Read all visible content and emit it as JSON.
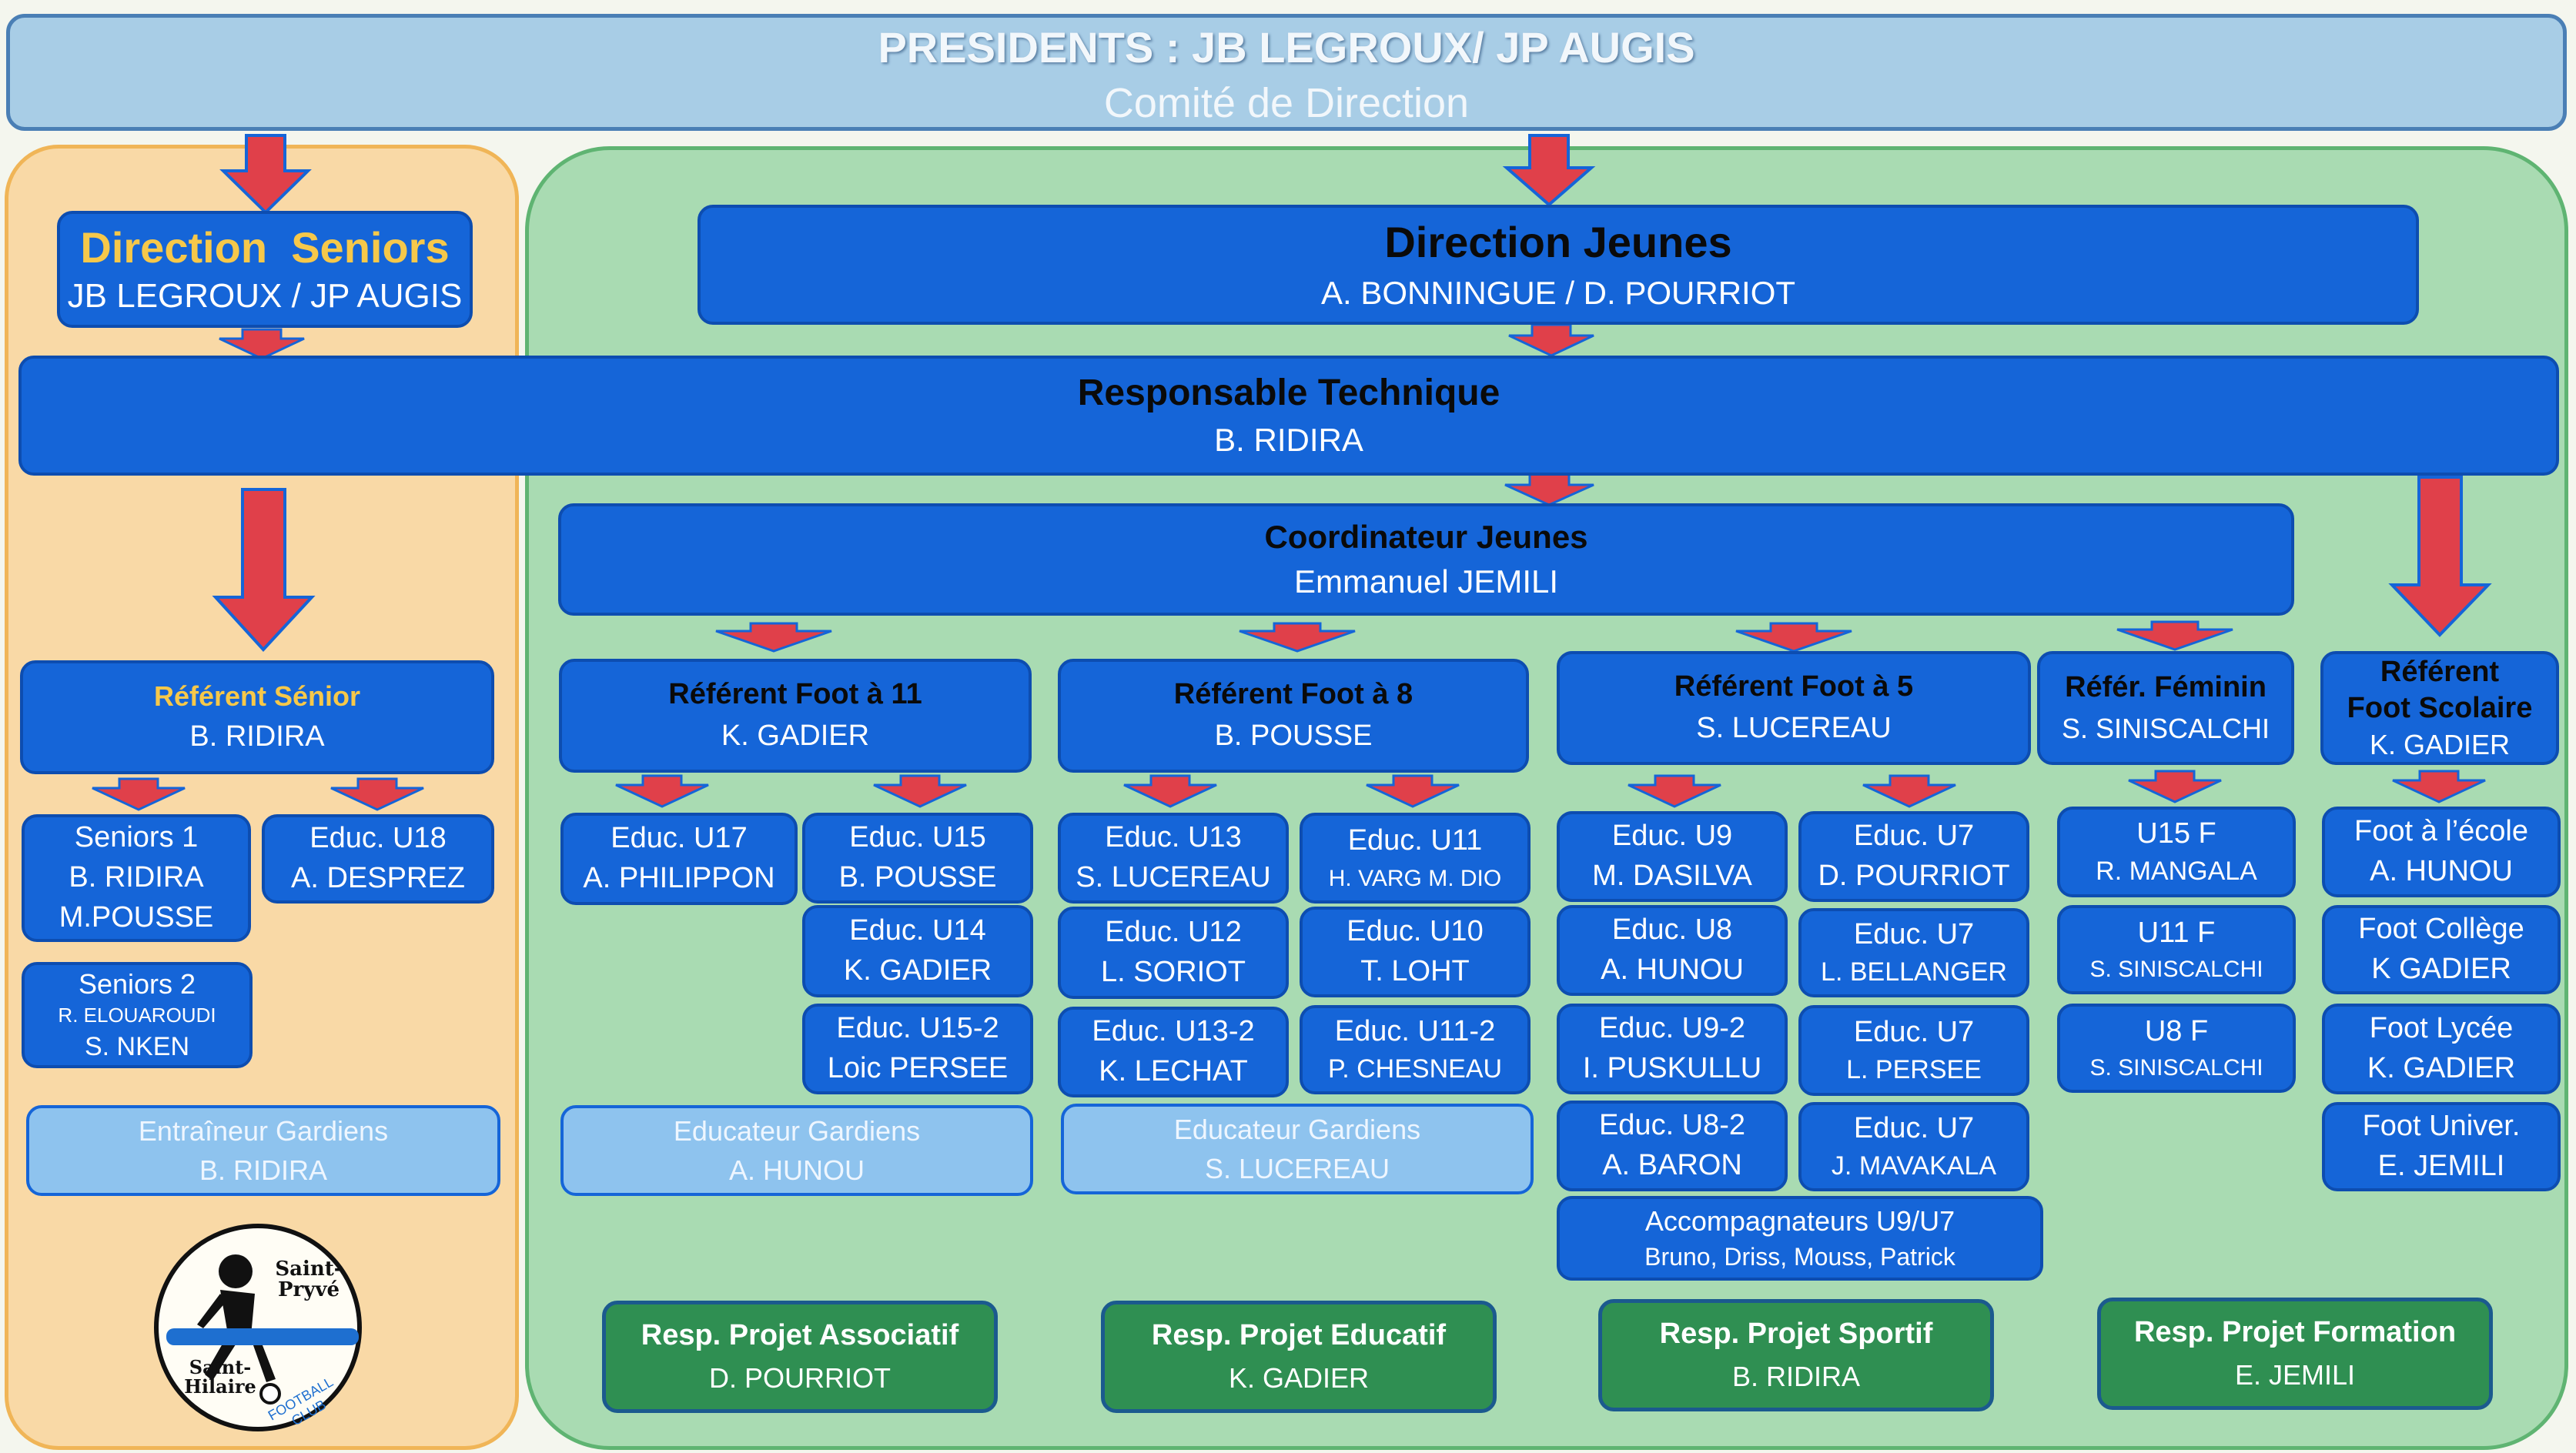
{
  "header": {
    "presidents": "PRESIDENTS : JB LEGROUX/ JP AUGIS",
    "subtitle": "Comité de Direction"
  },
  "direction_seniors": {
    "title": "Direction  Seniors",
    "names": "JB LEGROUX / JP AUGIS"
  },
  "direction_jeunes": {
    "title": "Direction Jeunes",
    "names": "A. BONNINGUE / D. POURRIOT"
  },
  "responsable_technique": {
    "title": "Responsable Technique",
    "name": "B. RIDIRA"
  },
  "coordinateur": {
    "title": "Coordinateur Jeunes",
    "name": "Emmanuel JEMILI"
  },
  "referent_senior": {
    "title": "Référent Sénior",
    "name": "B. RIDIRA"
  },
  "seniors": [
    {
      "lines": [
        "Seniors 1",
        "B. RIDIRA",
        "M.POUSSE"
      ]
    },
    {
      "lines": [
        "Educ. U18",
        "A. DESPREZ"
      ]
    },
    {
      "lines": [
        "Seniors 2",
        "R. ELOUAROUDI",
        "S. NKEN"
      ]
    }
  ],
  "entraineur_gardiens": {
    "title": "Entraîneur Gardiens",
    "name": "B. RIDIRA"
  },
  "referents": [
    {
      "title": "Référent Foot à 11",
      "name": "K. GADIER"
    },
    {
      "title": "Référent Foot à 8",
      "name": "B. POUSSE"
    },
    {
      "title": "Référent Foot à 5",
      "name": "S. LUCEREAU"
    },
    {
      "title": "Référ. Féminin",
      "name": "S. SINISCALCHI"
    },
    {
      "title": "Référent",
      "title2": "Foot Scolaire",
      "name": "K. GADIER"
    }
  ],
  "foot11": [
    {
      "title": "Educ. U17",
      "name": "A. PHILIPPON"
    },
    {
      "title": "Educ. U15",
      "name": "B. POUSSE"
    },
    {
      "title": "Educ. U14",
      "name": "K. GADIER"
    },
    {
      "title": "Educ. U15-2",
      "name": "Loic PERSEE"
    }
  ],
  "foot8": [
    {
      "title": "Educ. U13",
      "name": "S. LUCEREAU"
    },
    {
      "title": "Educ. U11",
      "name": "H. VARG M. DIO"
    },
    {
      "title": "Educ. U12",
      "name": "L. SORIOT"
    },
    {
      "title": "Educ. U10",
      "name": "T. LOHT"
    },
    {
      "title": "Educ. U13-2",
      "name": "K. LECHAT"
    },
    {
      "title": "Educ. U11-2",
      "name": "P. CHESNEAU"
    }
  ],
  "foot5": [
    {
      "title": "Educ. U9",
      "name": "M. DASILVA"
    },
    {
      "title": "Educ. U7",
      "name": "D. POURRIOT"
    },
    {
      "title": "Educ. U8",
      "name": "A. HUNOU"
    },
    {
      "title": "Educ. U7",
      "name": "L. BELLANGER"
    },
    {
      "title": "Educ. U9-2",
      "name": "I. PUSKULLU"
    },
    {
      "title": "Educ. U7",
      "name": "L. PERSEE"
    },
    {
      "title": "Educ. U8-2",
      "name": "A. BARON"
    },
    {
      "title": "Educ. U7",
      "name": "J. MAVAKALA"
    }
  ],
  "accompagnateurs": {
    "title": "Accompagnateurs U9/U7",
    "names": "Bruno, Driss, Mouss, Patrick"
  },
  "feminin": [
    {
      "title": "U15 F",
      "name": "R. MANGALA"
    },
    {
      "title": "U11 F",
      "name": "S. SINISCALCHI"
    },
    {
      "title": "U8 F",
      "name": "S. SINISCALCHI"
    }
  ],
  "scolaire": [
    {
      "title": "Foot à l’école",
      "name": "A. HUNOU"
    },
    {
      "title": "Foot Collège",
      "name": "K GADIER"
    },
    {
      "title": "Foot Lycée",
      "name": "K. GADIER"
    },
    {
      "title": "Foot Univer.",
      "name": "E. JEMILI"
    }
  ],
  "gardiens": [
    {
      "title": "Educateur Gardiens",
      "name": "A. HUNOU"
    },
    {
      "title": "Educateur Gardiens",
      "name": "S. LUCEREAU"
    }
  ],
  "projets": [
    {
      "title": "Resp. Projet Associatif",
      "name": "D. POURRIOT"
    },
    {
      "title": "Resp. Projet Educatif",
      "name": "K. GADIER"
    },
    {
      "title": "Resp. Projet Sportif",
      "name": "B. RIDIRA"
    },
    {
      "title": "Resp. Projet Formation",
      "name": "E. JEMILI"
    }
  ],
  "logo": {
    "text_top": "Saint-Pryvé",
    "text_bottom": "Saint-Hilaire",
    "text_arc": "FOOTBALL CLUB"
  },
  "colors": {
    "box_blue": "#1565d8",
    "arrow_red": "#e0404a",
    "panel_orange": "#f9d9a6",
    "panel_green": "#a9dbb2",
    "project_green": "#2f8f52"
  }
}
